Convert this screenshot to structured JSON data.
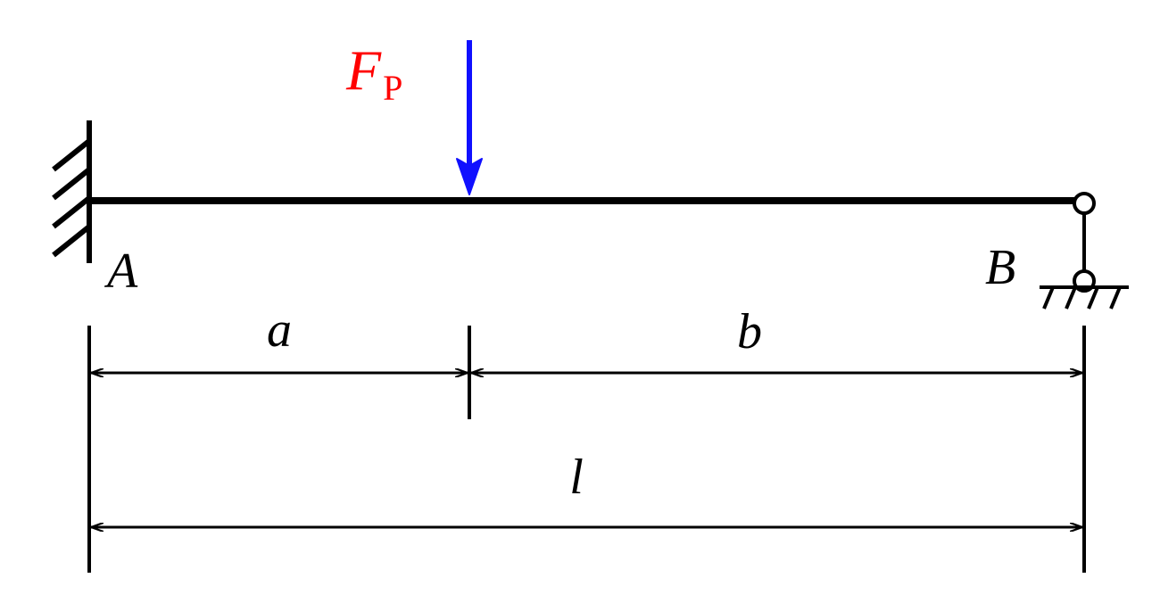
{
  "labels": {
    "force_main": "F",
    "force_sub": "P",
    "support_a": "A",
    "support_b": "B",
    "dim_a": "a",
    "dim_b": "b",
    "dim_l": "l"
  },
  "colors": {
    "beam": "#000000",
    "force_arrow": "#1010ff",
    "force_label": "#ff0000",
    "dimension": "#000000"
  },
  "supports": {
    "a_type": "fixed",
    "b_type": "roller"
  }
}
